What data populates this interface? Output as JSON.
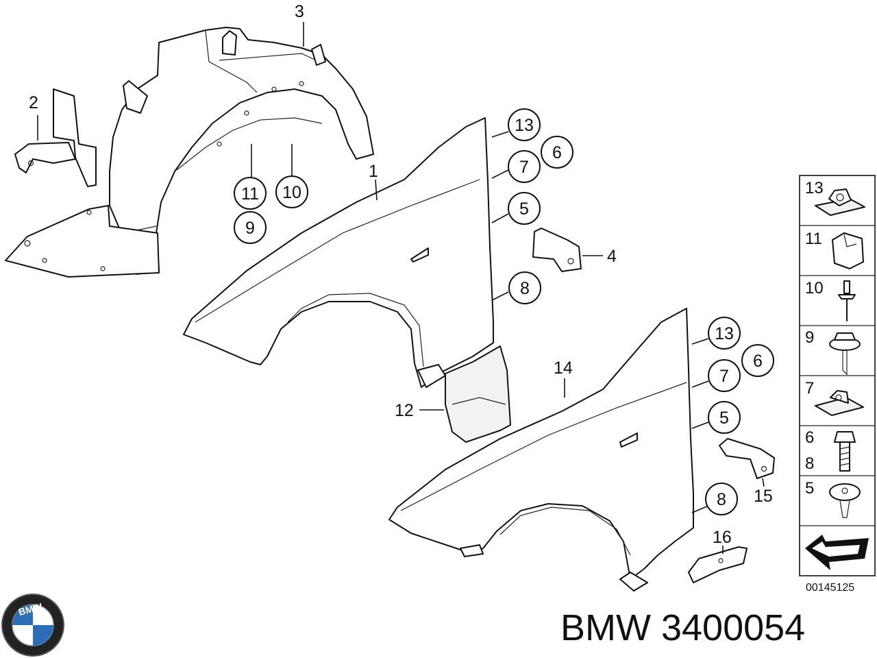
{
  "brand": {
    "logo_letters": "BMW",
    "title": "BMW 3400054",
    "diagram_code": "00145125"
  },
  "callouts": {
    "c1": "1",
    "c2": "2",
    "c3": "3",
    "c4": "4",
    "c12": "12",
    "c14": "14",
    "c15": "15",
    "c16": "16",
    "top_13": "13",
    "top_6": "6",
    "top_7": "7",
    "top_5": "5",
    "top_8": "8",
    "top_11": "11",
    "top_10": "10",
    "top_9": "9",
    "bot_13": "13",
    "bot_6": "6",
    "bot_7": "7",
    "bot_5": "5",
    "bot_8": "8"
  },
  "legend": [
    {
      "label": "13",
      "icon": "clip-nut-icon"
    },
    {
      "label": "11",
      "icon": "expanding-clip-icon"
    },
    {
      "label": "10",
      "icon": "rivet-icon"
    },
    {
      "label": "9",
      "icon": "hex-collar-screw-icon"
    },
    {
      "label": "7",
      "icon": "speed-nut-icon"
    },
    {
      "label": "6",
      "label2": "8",
      "icon": "hex-bolt-icon"
    },
    {
      "label": "5",
      "icon": "torx-screw-icon"
    },
    {
      "label": "",
      "icon": "direction-arrow-icon"
    }
  ]
}
